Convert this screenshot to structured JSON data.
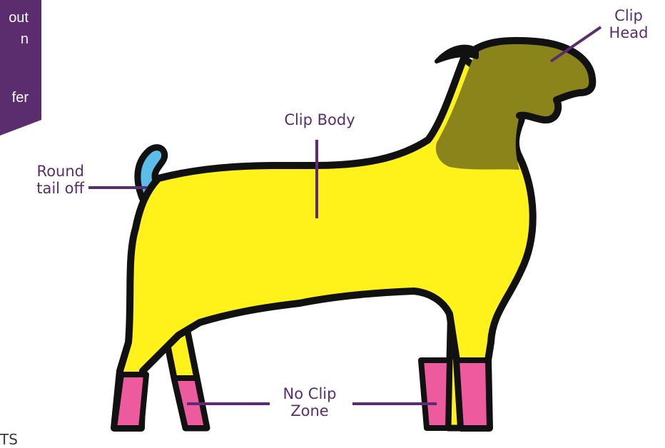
{
  "banner": {
    "lines": [
      "out",
      "n",
      "",
      "fer"
    ],
    "color": "#5b2d6e"
  },
  "labels": {
    "clip_head": [
      "Clip",
      "Head"
    ],
    "clip_body": "Clip Body",
    "round_tail": [
      "Round",
      "tail off"
    ],
    "no_clip_zone": [
      "No Clip",
      "Zone"
    ]
  },
  "bottom_fragment": "TS",
  "colors": {
    "body": "#fff21a",
    "head": "#8a841a",
    "tail": "#5bbde8",
    "no_clip": "#ee5a9e",
    "outline": "#111111",
    "leader": "#5b2d6e"
  }
}
